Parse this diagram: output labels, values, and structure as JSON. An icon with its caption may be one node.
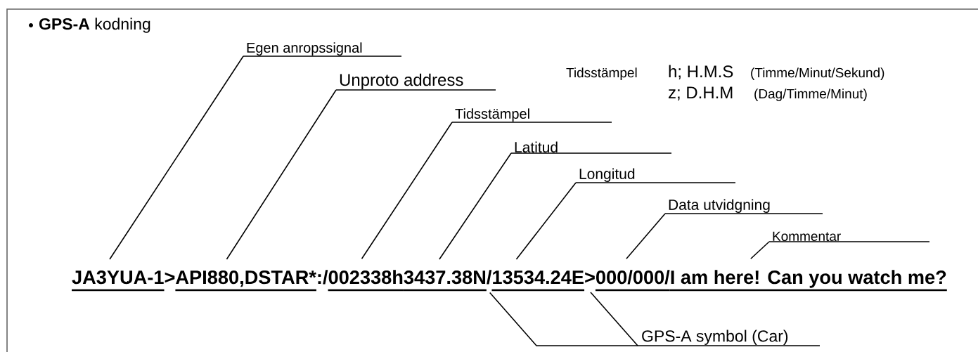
{
  "diagram": {
    "title": "**GPS-A** kodning",
    "nodes": [
      {
        "text": [
          "JA3YUA-1"
        ]
      },
      {
        "text": [
          "API880,DSTAR*"
        ]
      },
      {
        "text": [
          "002338h"
        ]
      },
      {
        "text": [
          "3437.38N"
        ]
      },
      {
        "text": [
          "/"
        ]
      },
      {
        "text": [
          "13534.24E"
        ]
      },
      {
        "text": [
          ">"
        ]
      },
      {
        "text": [
          "000/000/"
        ]
      },
      {
        "text": [
          "I am here! Can you watch me?"
        ]
      },
      {
        "text": [
          "Egen anropssignal"
        ]
      },
      {
        "text": [
          "Unproto address"
        ]
      },
      {
        "text": [
          "Tidsstämpel"
        ]
      },
      {
        "text": [
          "Latitud"
        ]
      },
      {
        "text": [
          "Longitud"
        ]
      },
      {
        "text": [
          "Data utvidgning"
        ]
      },
      {
        "text": [
          "Kommentar"
        ]
      },
      {
        "text": [
          "GPS-A symbol (Car)"
        ]
      }
    ],
    "edges": [
      {
        "from": 9,
        "to": 0,
        "arrow": "none"
      },
      {
        "from": 10,
        "to": 1,
        "arrow": "none"
      },
      {
        "from": 11,
        "to": 2,
        "arrow": "none"
      },
      {
        "from": 12,
        "to": 3,
        "arrow": "none"
      },
      {
        "from": 13,
        "to": 5,
        "arrow": "none"
      },
      {
        "from": 14,
        "to": 7,
        "arrow": "none"
      },
      {
        "from": 15,
        "to": 8,
        "arrow": "none"
      },
      {
        "from": 16,
        "to": 4,
        "arrow": "none"
      },
      {
        "from": 16,
        "to": 6,
        "arrow": "none"
      }
    ],
    "labels": [
      "Tidsstämpel",
      "h; H.M.S",
      "(Timme/Minut/Sekund)",
      "z; D.H.M",
      "(Dag/Timme/Minut)",
      ">",
      ":/"
    ]
  }
}
